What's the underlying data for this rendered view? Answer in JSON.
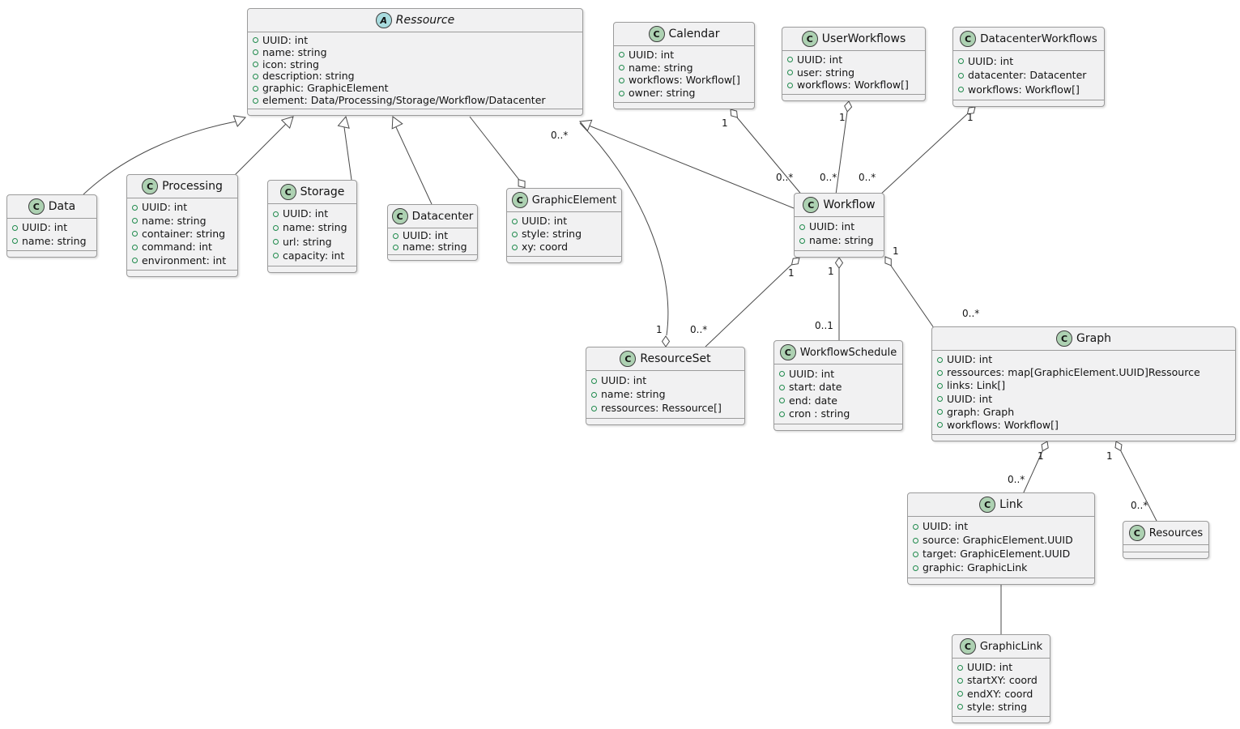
{
  "diagram": {
    "colors": {
      "class_icon_bg": "#ADD1B2",
      "abstract_icon_bg": "#A9DCDF",
      "box_bg": "#F1F1F2",
      "box_border": "#9b9b9b",
      "line": "#4a4a4a",
      "field_bullet": "#1f8a4c"
    },
    "classes": {
      "ressource": {
        "name": "Ressource",
        "kind": "abstract",
        "icon_letter": "A",
        "attributes": [
          "UUID: int",
          "name: string",
          "icon: string",
          "description: string",
          "graphic: GraphicElement",
          "element: Data/Processing/Storage/Workflow/Datacenter"
        ]
      },
      "calendar": {
        "name": "Calendar",
        "kind": "class",
        "icon_letter": "C",
        "attributes": [
          "UUID: int",
          "name: string",
          "workflows: Workflow[]",
          "owner: string"
        ]
      },
      "userworkflows": {
        "name": "UserWorkflows",
        "kind": "class",
        "icon_letter": "C",
        "attributes": [
          "UUID: int",
          "user: string",
          "workflows: Workflow[]"
        ]
      },
      "datacenterworkflows": {
        "name": "DatacenterWorkflows",
        "kind": "class",
        "icon_letter": "C",
        "attributes": [
          "UUID: int",
          "datacenter: Datacenter",
          "workflows: Workflow[]"
        ]
      },
      "data": {
        "name": "Data",
        "kind": "class",
        "icon_letter": "C",
        "attributes": [
          "UUID: int",
          "name: string"
        ]
      },
      "processing": {
        "name": "Processing",
        "kind": "class",
        "icon_letter": "C",
        "attributes": [
          "UUID: int",
          "name: string",
          "container: string",
          "command: int",
          "environment: int"
        ]
      },
      "storage": {
        "name": "Storage",
        "kind": "class",
        "icon_letter": "C",
        "attributes": [
          "UUID: int",
          "name: string",
          "url: string",
          "capacity: int"
        ]
      },
      "datacenter": {
        "name": "Datacenter",
        "kind": "class",
        "icon_letter": "C",
        "attributes": [
          "UUID: int",
          "name: string"
        ]
      },
      "graphicelement": {
        "name": "GraphicElement",
        "kind": "class",
        "icon_letter": "C",
        "attributes": [
          "UUID: int",
          "style: string",
          "xy: coord"
        ]
      },
      "workflow": {
        "name": "Workflow",
        "kind": "class",
        "icon_letter": "C",
        "attributes": [
          "UUID: int",
          "name: string"
        ]
      },
      "resourceset": {
        "name": "ResourceSet",
        "kind": "class",
        "icon_letter": "C",
        "attributes": [
          "UUID: int",
          "name: string",
          "ressources: Ressource[]"
        ]
      },
      "workflowschedule": {
        "name": "WorkflowSchedule",
        "kind": "class",
        "icon_letter": "C",
        "attributes": [
          "UUID: int",
          "start: date",
          "end: date",
          "cron : string"
        ]
      },
      "graph": {
        "name": "Graph",
        "kind": "class",
        "icon_letter": "C",
        "attributes": [
          "UUID: int",
          "ressources: map[GraphicElement.UUID]Ressource",
          "links: Link[]",
          "UUID: int",
          "graph: Graph",
          "workflows: Workflow[]"
        ]
      },
      "link": {
        "name": "Link",
        "kind": "class",
        "icon_letter": "C",
        "attributes": [
          "UUID: int",
          "source: GraphicElement.UUID",
          "target: GraphicElement.UUID",
          "graphic: GraphicLink"
        ]
      },
      "resources": {
        "name": "Resources",
        "kind": "class",
        "icon_letter": "C",
        "attributes": []
      },
      "graphiclink": {
        "name": "GraphicLink",
        "kind": "class",
        "icon_letter": "C",
        "attributes": [
          "UUID: int",
          "startXY: coord",
          "endXY: coord",
          "style: string"
        ]
      }
    },
    "edges": {
      "data_ressource": {
        "type": "generalization",
        "source": "Data",
        "target": "Ressource"
      },
      "processing_ressource": {
        "type": "generalization",
        "source": "Processing",
        "target": "Ressource"
      },
      "storage_ressource": {
        "type": "generalization",
        "source": "Storage",
        "target": "Ressource"
      },
      "datacenter_ressource": {
        "type": "generalization",
        "source": "Datacenter",
        "target": "Ressource"
      },
      "workflow_ressource": {
        "type": "generalization",
        "source": "Workflow",
        "target": "Ressource"
      },
      "graphicelement_ressource": {
        "type": "aggregation",
        "source": "GraphicElement",
        "target": "Ressource"
      },
      "resourceset_ressource": {
        "type": "aggregation",
        "source": "ResourceSet",
        "target": "Ressource",
        "source_label": "1",
        "target_label": "0..*"
      },
      "calendar_workflow": {
        "type": "aggregation",
        "source": "Calendar",
        "target": "Workflow",
        "source_label": "1",
        "target_label": "0..*"
      },
      "userworkflows_workflow": {
        "type": "aggregation",
        "source": "UserWorkflows",
        "target": "Workflow",
        "source_label": "1",
        "target_label": "0..*"
      },
      "datacenterworkflows_workflow": {
        "type": "aggregation",
        "source": "DatacenterWorkflows",
        "target": "Workflow",
        "source_label": "1",
        "target_label": "0..*"
      },
      "workflow_resourceset": {
        "type": "aggregation",
        "source": "Workflow",
        "target": "ResourceSet",
        "source_label": "1",
        "target_label": "0..*"
      },
      "workflow_workflowschedule": {
        "type": "aggregation",
        "source": "Workflow",
        "target": "WorkflowSchedule",
        "source_label": "1",
        "target_label": "0..1"
      },
      "workflow_graph": {
        "type": "aggregation",
        "source": "Workflow",
        "target": "Graph",
        "source_label": "1",
        "target_label": "0..*"
      },
      "graph_link": {
        "type": "aggregation",
        "source": "Graph",
        "target": "Link",
        "source_label": "1",
        "target_label": "0..*"
      },
      "graph_resources": {
        "type": "aggregation",
        "source": "Graph",
        "target": "Resources",
        "source_label": "1",
        "target_label": "0..*"
      },
      "link_graphiclink": {
        "type": "association",
        "source": "Link",
        "target": "GraphicLink"
      }
    }
  }
}
